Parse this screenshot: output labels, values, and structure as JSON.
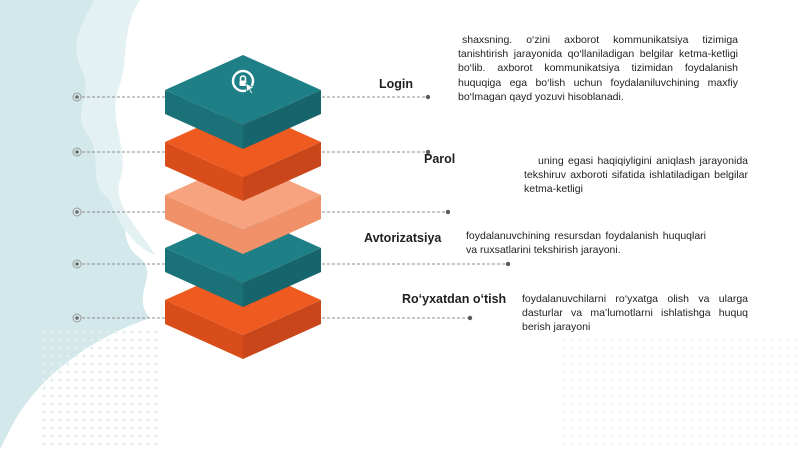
{
  "colors": {
    "teal_top": "#1e7f87",
    "teal_side": "#17656c",
    "teal_front": "#1a7178",
    "orange_top": "#ee5a1f",
    "orange_side": "#c9461a",
    "orange_front": "#d94d1b",
    "peach_top": "#f7a37f",
    "peach_side": "#f0916a",
    "bg_wash": "#cfe4e6",
    "line": "#8a8a8a"
  },
  "layers": [
    {
      "term": "Login",
      "color": "teal",
      "icon": "secure-login-icon",
      "description": "shaxsning. o‘zini axborot kommunikatsiya tizimiga tanishtirish jarayonida qo‘llaniladigan belgilar ketma-ketligi bo‘lib. axborot kommunikatsiya tizimidan foydalanish huquqiga ega bo‘lish uchun foydalaniluvchining maxfiy bo‘lmagan qayd yozuvi hisoblanadi."
    },
    {
      "term": "Parol",
      "color": "orange",
      "description": "uning egasi haqiqiyligini aniqlash jarayonida tekshiruv axboroti sifatida ishlatiladigan belgilar ketma-ketligi"
    },
    {
      "term": "",
      "color": "peach",
      "description": ""
    },
    {
      "term": "Avtorizatsiya",
      "color": "teal",
      "description": "foydalanuvchining resursdan foydalanish huquqlari va ruxsatlarini tekshirish jarayoni."
    },
    {
      "term": "Ro‘yxatdan o‘tish",
      "color": "orange",
      "description": "foydalanuvchilarni ro‘yxatga olish va ularga dasturlar va ma’lumotlarni ishlatishga huquq berish jarayoni"
    }
  ]
}
